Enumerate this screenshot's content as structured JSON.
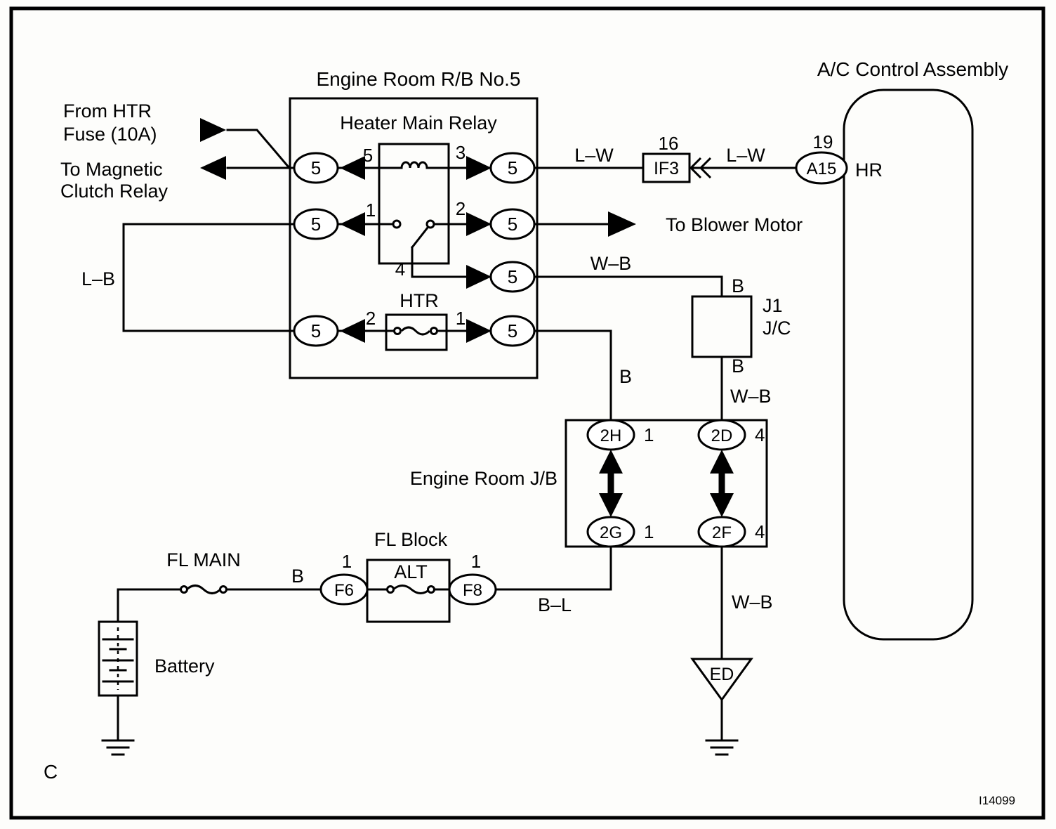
{
  "titles": {
    "engine_room_rb": "Engine Room R/B No.5",
    "heater_main_relay": "Heater Main Relay",
    "ac_control_assembly": "A/C Control Assembly",
    "engine_room_jb": "Engine Room J/B",
    "fl_block": "FL Block",
    "fl_main": "FL MAIN",
    "htr_fuse": "HTR",
    "alt_fuse": "ALT",
    "battery": "Battery",
    "hr": "HR",
    "j1": "J1",
    "jc": "J/C"
  },
  "external": {
    "from_htr_line1": "From HTR",
    "from_htr_line2": "Fuse (10A)",
    "to_magnetic_line1": "To Magnetic",
    "to_magnetic_line2": "Clutch Relay",
    "to_blower_motor": "To Blower Motor"
  },
  "connectors": {
    "relay_coil_left": "5",
    "relay_coil_right": "5",
    "relay_switch_left": "5",
    "relay_switch_right": "5",
    "relay_pin4_out": "5",
    "htr_left": "5",
    "htr_right": "5",
    "if3": "IF3",
    "a15": "A15",
    "jb_2h": "2H",
    "jb_2d": "2D",
    "jb_2g": "2G",
    "jb_2f": "2F",
    "f6": "F6",
    "f8": "F8",
    "ed": "ED"
  },
  "pins": {
    "coil_left": "5",
    "coil_right": "3",
    "switch_left": "1",
    "switch_right": "2",
    "switch_common": "4",
    "htr_left": "2",
    "htr_right": "1",
    "if3": "16",
    "a15": "19",
    "jb_2h": "1",
    "jb_2d": "4",
    "jb_2g": "1",
    "jb_2f": "4",
    "f6": "1",
    "f8": "1"
  },
  "wire_labels": {
    "lw_left": "L–W",
    "lw_right": "L–W",
    "wb_top": "W–B",
    "wb_mid": "W–B",
    "wb_bottom": "W–B",
    "lb": "L–B",
    "b_above_jc": "B",
    "b_below_jc": "B",
    "b_htr_down": "B",
    "b_battery": "B",
    "bl": "B–L"
  },
  "footer": {
    "corner_label": "C",
    "figure_id": "I14099"
  }
}
